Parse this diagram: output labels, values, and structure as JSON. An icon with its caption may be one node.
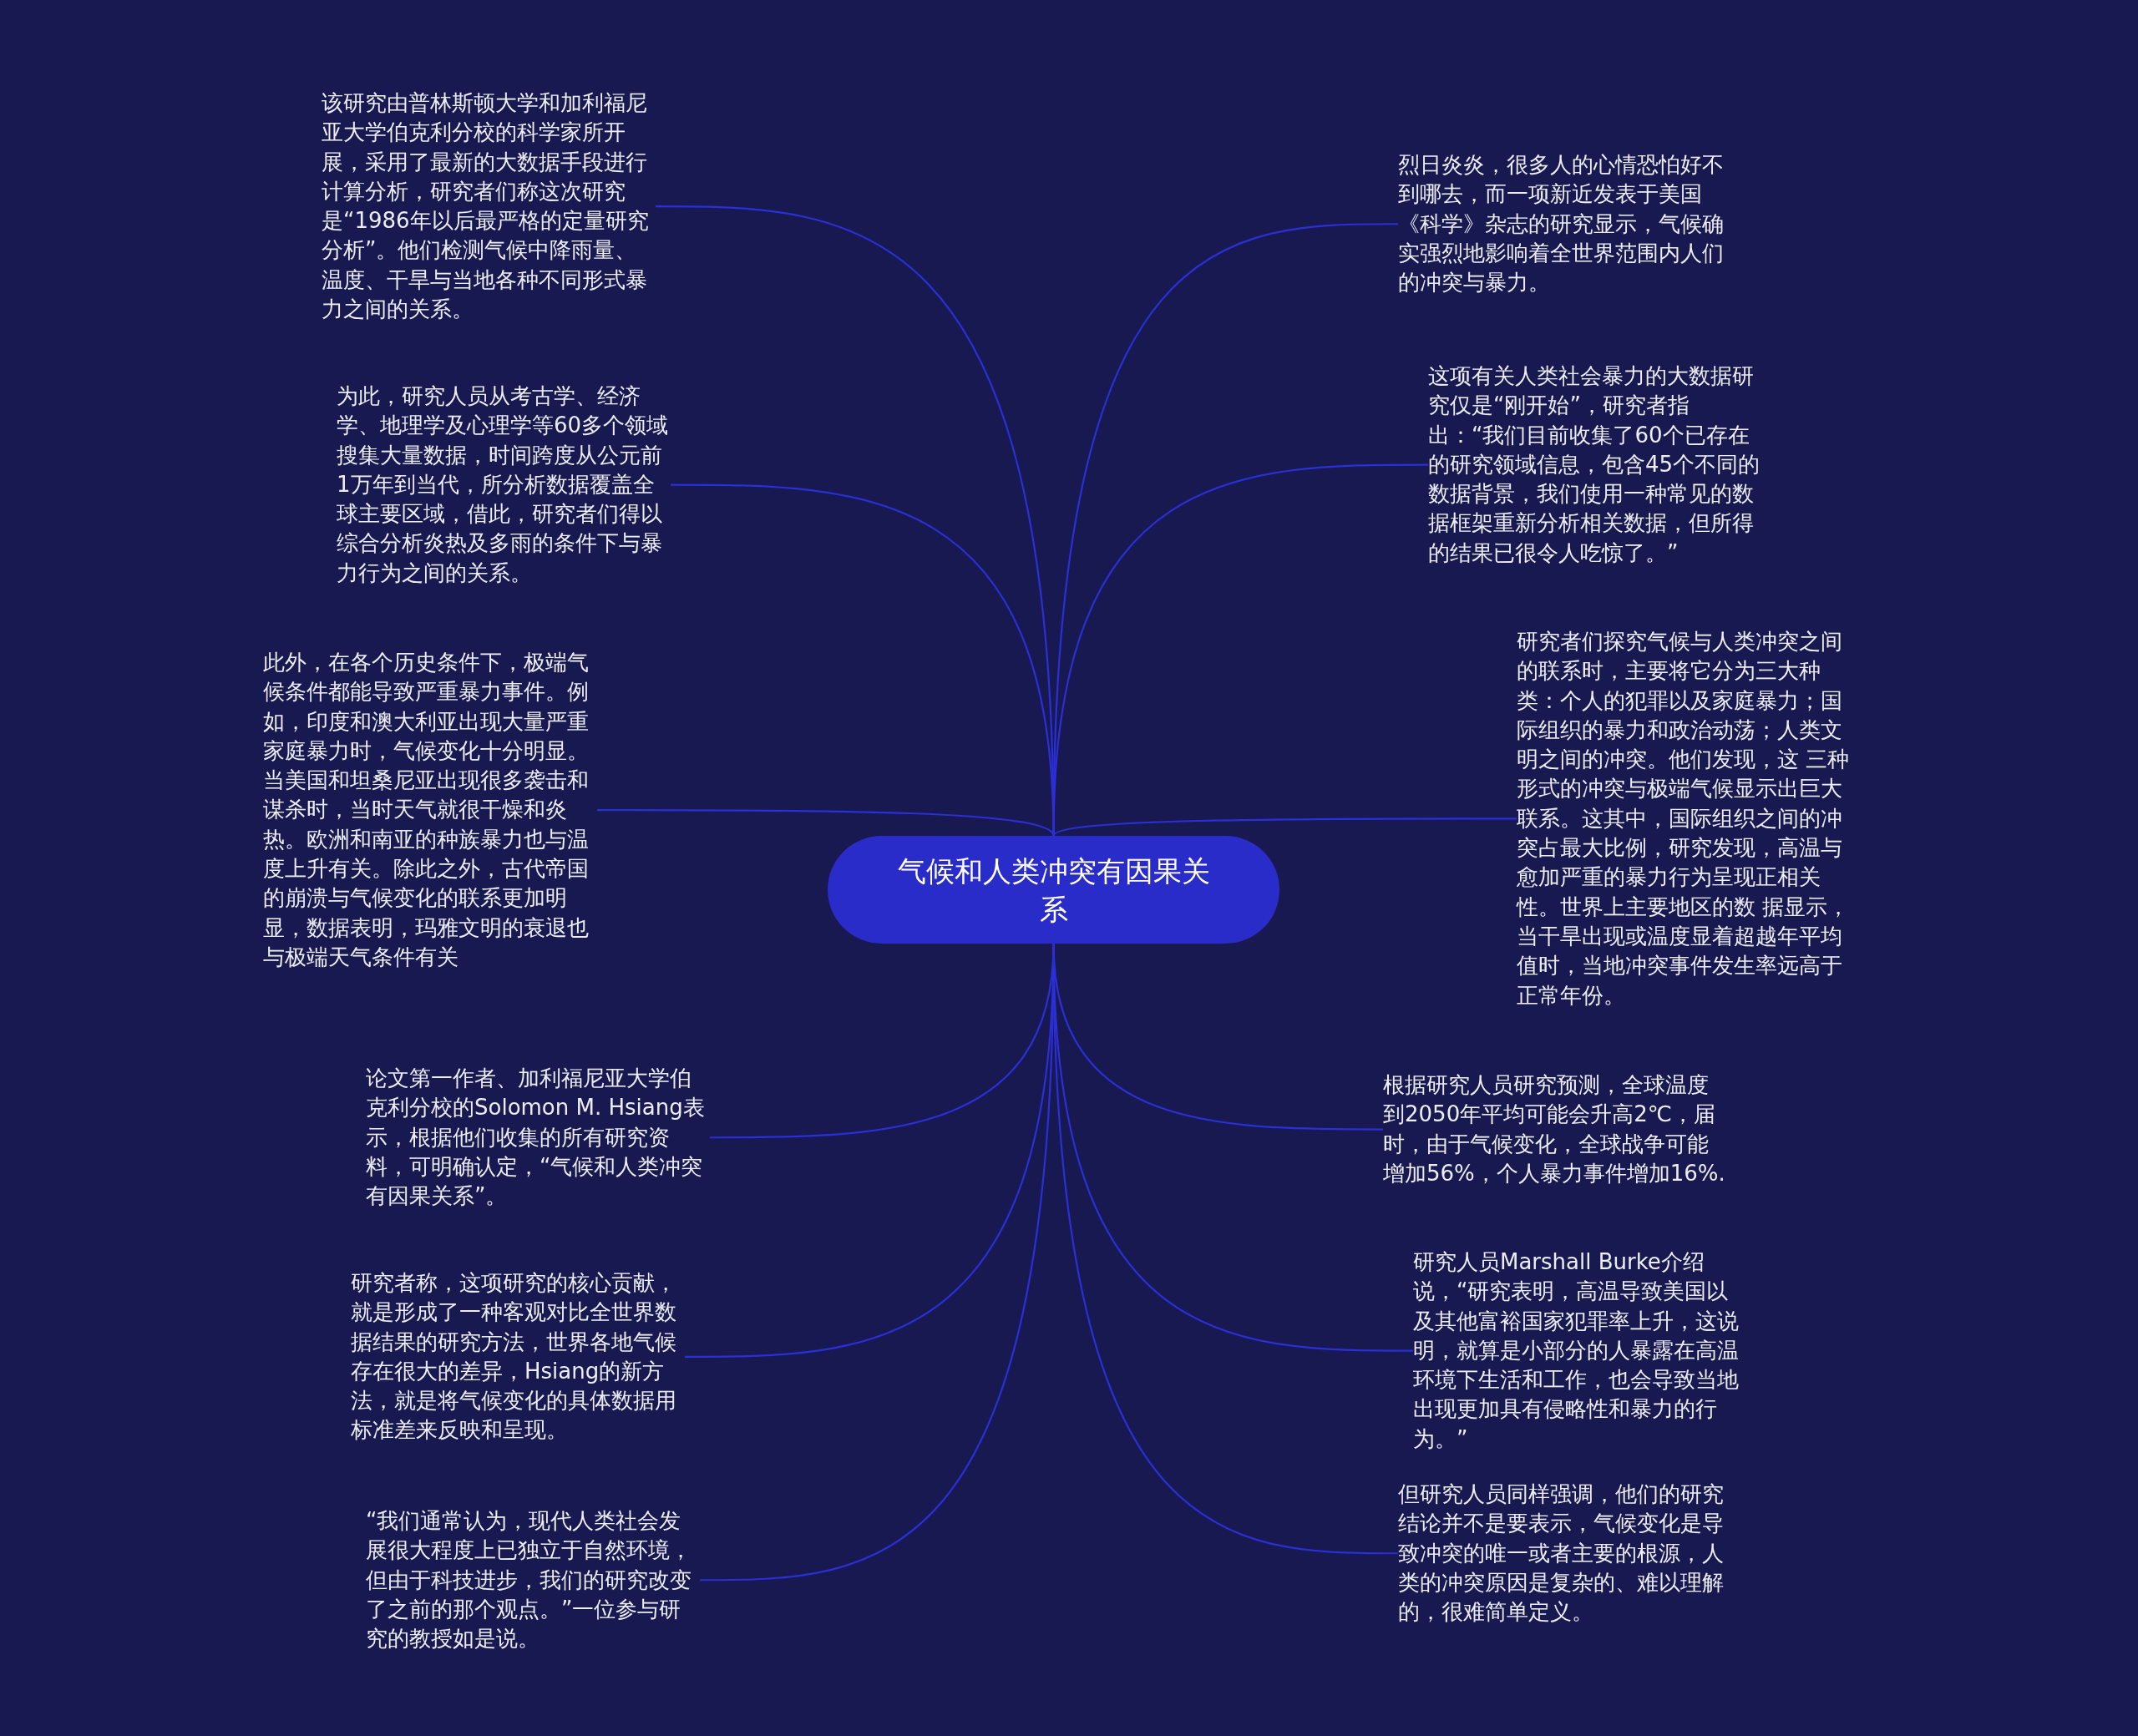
{
  "diagram": {
    "nodes": [
      {
        "text": [
          "气候和人类冲突有因果关系"
        ]
      },
      {
        "text": [
          "该研究由普林斯顿大学和加利福尼亚大学伯克利分校的科学家所开展，采用了最新的大数据手段进行计算分析，研究者们称这次研究是“1986年以后最严格的定量研究分析”。他们检测气候中降雨量、温度、干旱与当地各种不同形式暴力之间的关系。"
        ]
      },
      {
        "text": [
          "为此，研究人员从考古学、经济学、地理学及心理学等60多个领域搜集大量数据，时间跨度从公元前1万年到当代，所分析数据覆盖全球主要区域，借此，研究者们得以综合分析炎热及多雨的条件下与暴力行为之间的关系。"
        ]
      },
      {
        "text": [
          "此外，在各个历史条件下，极端气候条件都能导致严重暴力事件。例如，印度和澳大利亚出现大量严重家庭暴力时，气候变化十分明显。当美国和坦桑尼亚出现很多袭击和谋杀时，当时天气就很干燥和炎热。欧洲和南亚的种族暴力也与温度上升有关。除此之外，古代帝国的崩溃与气候变化的联系更加明显，数据表明，玛雅文明的衰退也与极端天气条件有关"
        ]
      },
      {
        "text": [
          "论文第一作者、加利福尼亚大学伯克利分校的Solomon M. Hsiang表示，根据他们收集的所有研究资料，可明确认定，“气候和人类冲突有因果关系”。"
        ]
      },
      {
        "text": [
          "研究者称，这项研究的核心贡献，就是形成了一种客观对比全世界数据结果的研究方法，世界各地气候存在很大的差异，Hsiang的新方法，就是将气候变化的具体数据用标准差来反映和呈现。"
        ]
      },
      {
        "text": [
          "“我们通常认为，现代人类社会发展很大程度上已独立于自然环境，但由于科技进步，我们的研究改变了之前的那个观点。”一位参与研究的教授如是说。"
        ]
      },
      {
        "text": [
          "烈日炎炎，很多人的心情恐怕好不到哪去，而一项新近发表于美国《科学》杂志的研究显示，气候确实强烈地影响着全世界范围内人们的冲突与暴力。"
        ]
      },
      {
        "text": [
          "这项有关人类社会暴力的大数据研究仅是“刚开始”，研究者指出：“我们目前收集了60个已存在的研究领域信息，包含45个不同的数据背景，我们使用一种常见的数据框架重新分析相关数据，但所得的结果已很令人吃惊了。”"
        ]
      },
      {
        "text": [
          "研究者们探究气候与人类冲突之间的联系时，主要将它分为三大种类：个人的犯罪以及家庭暴力；国际组织的暴力和政治动荡；人类文明之间的冲突。他们发现，这 三种形式的冲突与极端气候显示出巨大联系。这其中，国际组织之间的冲突占最大比例，研究发现，高温与愈加严重的暴力行为呈现正相关性。世界上主要地区的数 据显示，当干旱出现或温度显着超越年平均值时，当地冲突事件发生率远高于正常年份。"
        ]
      },
      {
        "text": [
          "根据研究人员研究预测，全球温度到2050年平均可能会升高2℃，届时，由于气候变化，全球战争可能增加56%，个人暴力事件增加16%."
        ]
      },
      {
        "text": [
          "研究人员Marshall Burke介绍说，“研究表明，高温导致美国以及其他富裕国家犯罪率上升，这说明，就算是小部分的人暴露在高温环境下生活和工作，也会导致当地出现更加具有侵略性和暴力的行为。”"
        ]
      },
      {
        "text": [
          "但研究人员同样强调，他们的研究结论并不是要表示，气候变化是导致冲突的唯一或者主要的根源，人类的冲突原因是复杂的、难以理解的，很难简单定义。"
        ]
      }
    ],
    "edges": [
      {
        "from": 0,
        "to": 1,
        "arrow": "none"
      },
      {
        "from": 0,
        "to": 2,
        "arrow": "none"
      },
      {
        "from": 0,
        "to": 3,
        "arrow": "none"
      },
      {
        "from": 0,
        "to": 4,
        "arrow": "none"
      },
      {
        "from": 0,
        "to": 5,
        "arrow": "none"
      },
      {
        "from": 0,
        "to": 6,
        "arrow": "none"
      },
      {
        "from": 0,
        "to": 7,
        "arrow": "none"
      },
      {
        "from": 0,
        "to": 8,
        "arrow": "none"
      },
      {
        "from": 0,
        "to": 9,
        "arrow": "none"
      },
      {
        "from": 0,
        "to": 10,
        "arrow": "none"
      },
      {
        "from": 0,
        "to": 11,
        "arrow": "none"
      },
      {
        "from": 0,
        "to": 12,
        "arrow": "none"
      }
    ]
  }
}
